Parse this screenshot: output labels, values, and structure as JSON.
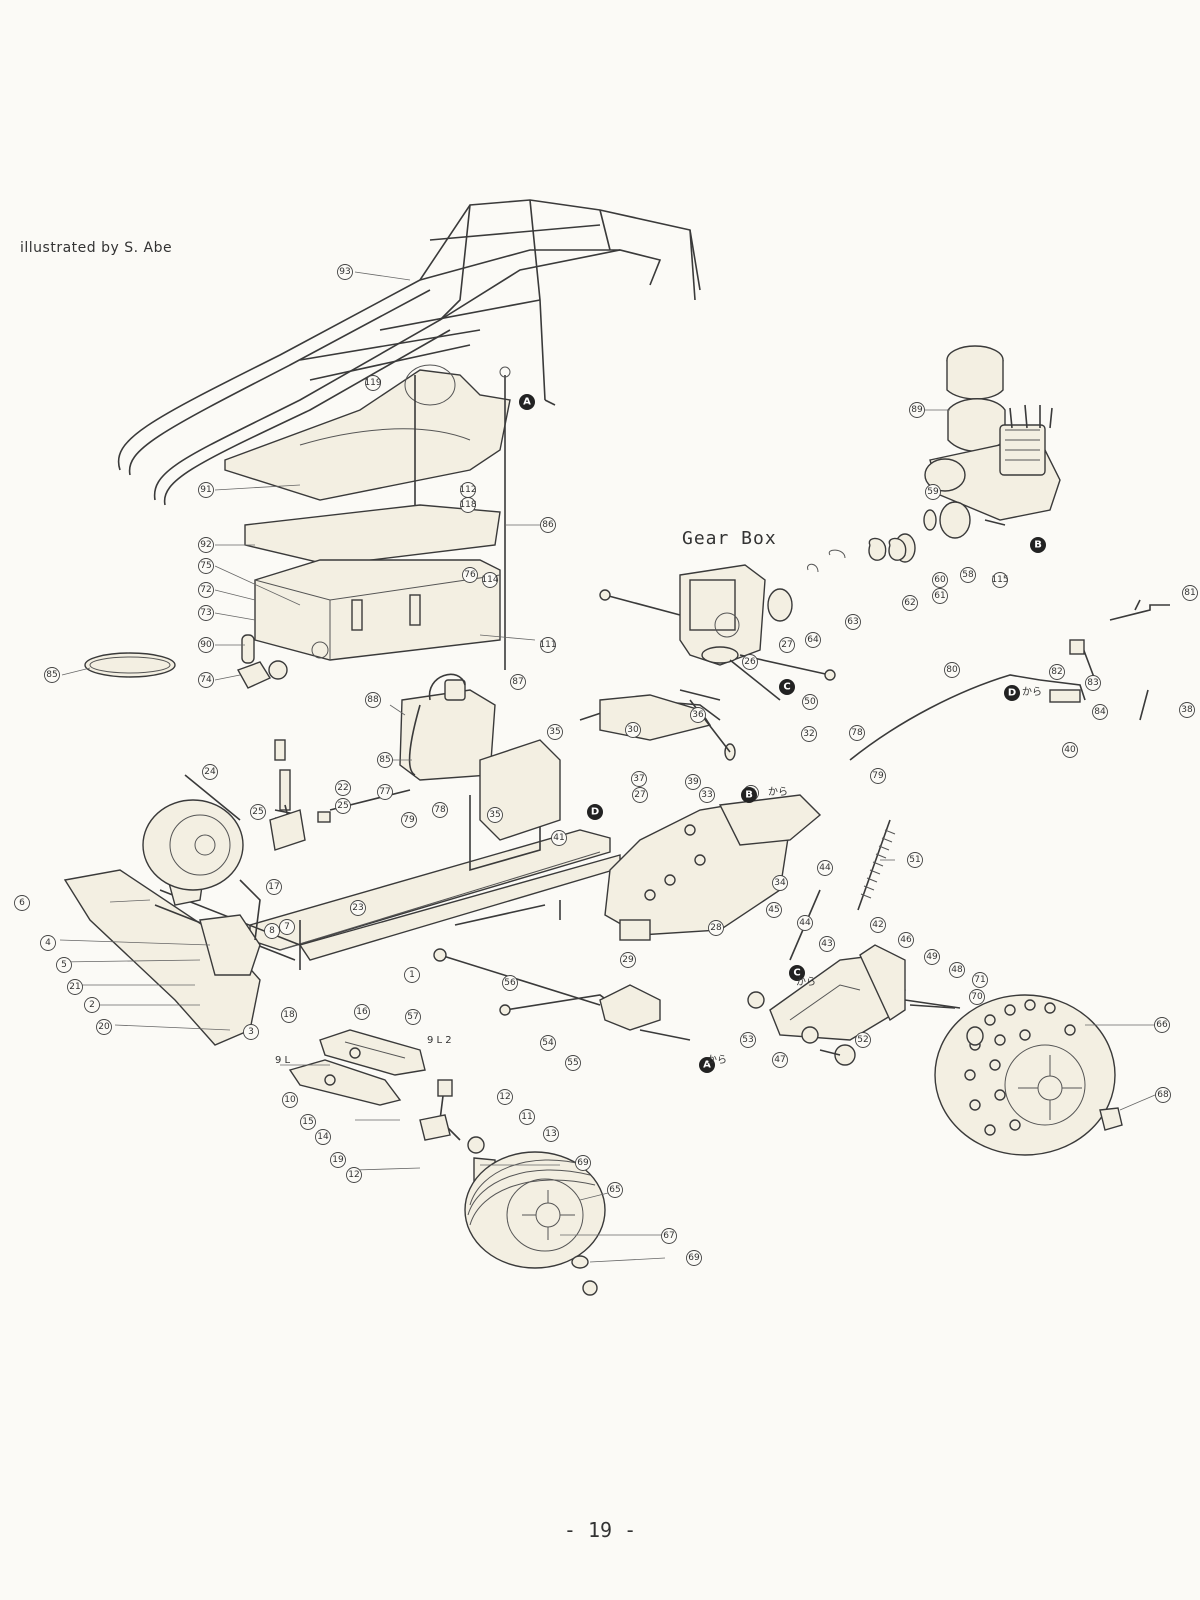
{
  "page": {
    "credit": "illustrated by S. Abe",
    "gearbox_title": "Gear Box",
    "page_number": "-  19  -"
  },
  "callouts": [
    "93",
    "119",
    "91",
    "92",
    "75",
    "72",
    "73",
    "90",
    "74",
    "85",
    "86",
    "76",
    "112",
    "118",
    "114",
    "111",
    "87",
    "88",
    "85",
    "89",
    "59",
    "60",
    "61",
    "58",
    "115",
    "62",
    "63",
    "64",
    "27",
    "26",
    "50",
    "81",
    "80",
    "82",
    "83",
    "84",
    "38",
    "40",
    "78",
    "79",
    "36",
    "30",
    "35",
    "32",
    "39",
    "31",
    "27",
    "37",
    "33",
    "34",
    "44",
    "51",
    "24",
    "25",
    "22",
    "25",
    "77",
    "78",
    "79",
    "35",
    "41",
    "6",
    "17",
    "4",
    "8",
    "7",
    "23",
    "5",
    "1",
    "21",
    "2",
    "3",
    "20",
    "18",
    "16",
    "56",
    "57",
    "54",
    "55",
    "42",
    "44",
    "43",
    "45",
    "28",
    "29",
    "46",
    "49",
    "48",
    "71",
    "70",
    "66",
    "68",
    "53",
    "52",
    "47",
    "10",
    "15",
    "14",
    "19",
    "12",
    "11",
    "13",
    "12",
    "69",
    "65",
    "67",
    "69"
  ],
  "markers": [
    "A",
    "A",
    "B",
    "B",
    "C",
    "C",
    "D",
    "D"
  ],
  "tags": {
    "arm_left_label": "9 L",
    "arm_left_label_2": "9 L 2",
    "from_suffix": "から"
  }
}
